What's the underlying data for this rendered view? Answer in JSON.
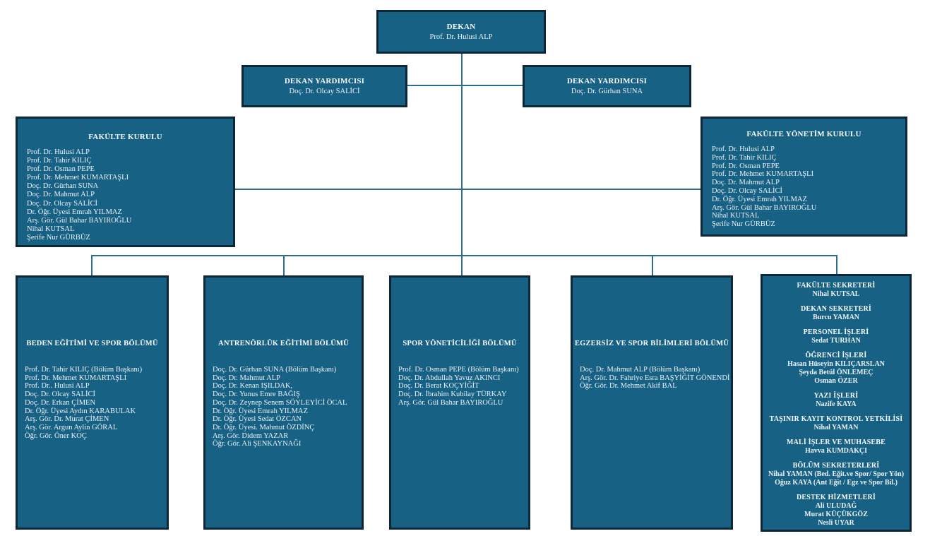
{
  "org": {
    "dekan": {
      "title": "DEKAN",
      "name": "Prof. Dr. Hulusi ALP"
    },
    "vice_deans": [
      {
        "title": "DEKAN YARDIMCISI",
        "name": "Doç. Dr. Olcay SALİCİ"
      },
      {
        "title": "DEKAN YARDIMCISI",
        "name": "Doç. Dr. Gürhan SUNA"
      }
    ],
    "faculty_board": {
      "title": "FAKÜLTE KURULU",
      "members": [
        "Prof. Dr. Hulusi ALP",
        "Prof. Dr. Tahir KILIÇ",
        "Prof. Dr. Osman PEPE",
        "Prof. Dr. Mehmet KUMARTAŞLI",
        "Doç. Dr. Gürhan SUNA",
        "Doç. Dr. Mahmut ALP",
        "Doç. Dr. Olcay SALİCİ",
        "Dr. Öğr. Üyesi Emrah YILMAZ",
        "Arş. Gör. Gül Bahar BAYIROĞLU",
        "Nihal KUTSAL",
        "Şerife Nur GÜRBÜZ"
      ]
    },
    "faculty_executive_board": {
      "title": "FAKÜLTE YÖNETİM KURULU",
      "members": [
        "Prof. Dr. Hulusi ALP",
        "Prof. Dr. Tahir KILIÇ",
        "Prof. Dr. Osman PEPE",
        "Prof. Dr. Mehmet KUMARTAŞLI",
        "Doç. Dr. Mahmut ALP",
        "Doç. Dr. Olcay SALİCİ",
        "Dr. Öğr. Üyesi Emrah YILMAZ",
        "Arş. Gör. Gül Bahar BAYIROĞLU",
        "Nihal KUTSAL",
        "Şerife Nur GÜRBÜZ"
      ]
    },
    "departments": [
      {
        "title": "BEDEN EĞİTİMİ VE SPOR BÖLÜMÜ",
        "members": [
          "Prof. Dr. Tahir KILIÇ  (Bölüm Başkanı)",
          "Prof. Dr. Mehmet KUMARTAŞLI",
          "Prof. Dr.. Hulusi ALP",
          "Doç. Dr. Olcay SALİCİ",
          "Doç. Dr. Erkan ÇİMEN",
          "Dr. Öğr. Üyesi Aydın KARABULAK",
          "Arş. Gör. Dr. Murat ÇİMEN",
          "Arş. Gör. Argun Aylin GÖRAL",
          "Öğr. Gör. Öner KOÇ"
        ]
      },
      {
        "title": "ANTRENÖRLÜK EĞİTİMİ BÖLÜMÜ",
        "members": [
          "Doç. Dr. Gürhan SUNA (Bölüm Başkanı)",
          "Doç. Dr. Mahmut ALP",
          "Doç. Dr. Kenan IŞILDAK,",
          "Doç. Dr. Yunus Emre BAĞIŞ",
          "Doç. Dr. Zeynep Senem SÖYLEYİCİ ÖCAL",
          "Dr. Öğr. Üyesi Emrah YILMAZ",
          "Dr. Öğr. Üyesi Sedat ÖZCAN",
          "Dr. Öğr. Üyesi. Mahmut ÖZDİNÇ",
          "Arş. Gör. Didem YAZAR",
          "Öğr. Gör. Ali ŞENKAYNAĞI"
        ]
      },
      {
        "title": "SPOR YÖNETİCİLİĞİ BÖLÜMÜ",
        "members": [
          "Prof. Dr. Osman PEPE (Bölüm Başkanı)",
          "Doç. Dr. Abdullah Yavuz AKINCI",
          "Doç. Dr. Berat KOÇYİĞİT",
          "Doç. Dr. İbrahim Kubilay TÜRKAY",
          "Arş. Gör. Gül Bahar BAYIROĞLU"
        ]
      },
      {
        "title": "EGZERSİZ VE SPOR BİLİMLERİ BÖLÜMÜ",
        "members": [
          "Doç. Dr. Mahmut ALP (Bölüm Başkanı)",
          "Arş. Gör. Dr. Fahriye Esra BAŞYİĞİT GÖNENDİ",
          "Öğr. Gör. Dr. Mehmet Akif BAL"
        ]
      }
    ],
    "administration": {
      "sections": [
        {
          "title": "FAKÜLTE SEKRETERİ",
          "names": [
            "Nihal KUTSAL"
          ]
        },
        {
          "title": "DEKAN SEKRETERİ",
          "names": [
            "Burcu YAMAN"
          ]
        },
        {
          "title": "PERSONEL İŞLERİ",
          "names": [
            "Sedat TURHAN"
          ]
        },
        {
          "title": "ÖĞRENCİ İŞLERİ",
          "names": [
            "Hasan Hüseyin KILIÇARSLAN",
            "Şeyda Betül ÖNLEMEÇ",
            "Osman ÖZER"
          ]
        },
        {
          "title": "YAZI İŞLERİ",
          "names": [
            "Nazife KAYA"
          ]
        },
        {
          "title": "TAŞINIR KAYIT KONTROL YETKİLİSİ",
          "names": [
            "Nihal YAMAN"
          ]
        },
        {
          "title": "MALİ İŞLER VE MUHASEBE",
          "names": [
            "Havva KUMDAKÇI"
          ]
        },
        {
          "title": "BÖLÜM SEKRETERLERİ",
          "names": [
            "Nihal YAMAN (Bed. Eğit.ve Spor/ Spor Yön)",
            "Oğuz KAYA (Ant Eğit / Egz ve Spor Bil.)"
          ]
        },
        {
          "title": "DESTEK HİZMETLERİ",
          "names": [
            "Ali ULUDAĞ",
            "Murat KÜÇÜKGÖZ",
            "Nesli UYAR"
          ]
        }
      ]
    },
    "colors": {
      "box_fill": "#176184",
      "box_border": "#0d2738",
      "connector": "#2e6d8d",
      "text": "#eef3f6",
      "background": "#ffffff"
    }
  }
}
